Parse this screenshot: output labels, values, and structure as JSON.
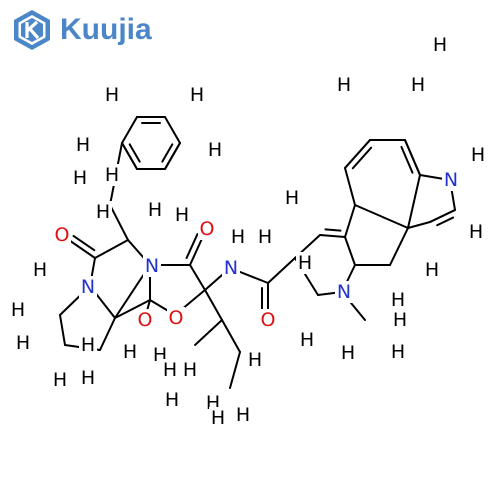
{
  "logo": {
    "text": "Kuujia",
    "icon": "hexagon-k-icon",
    "color": "#4a86c8"
  },
  "molecule": {
    "colors": {
      "bond": "#000000",
      "H": "#000000",
      "N": "#2233cc",
      "O": "#dd1111"
    },
    "labels": {
      "H": "H",
      "N": "N",
      "O": "O",
      "NH": "N"
    }
  }
}
